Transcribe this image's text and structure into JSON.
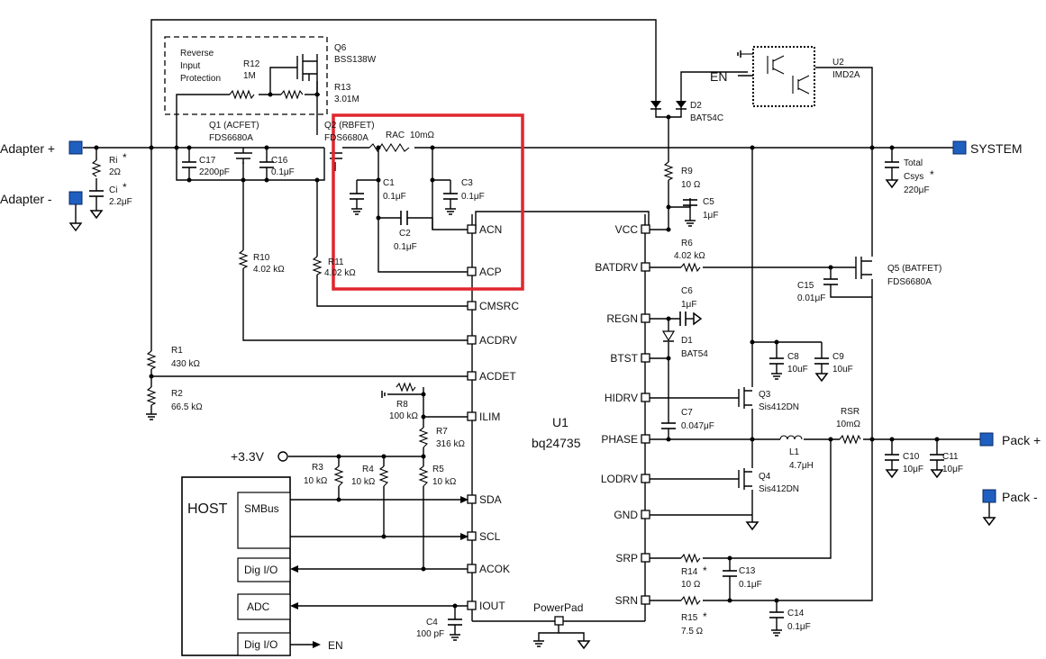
{
  "ic": {
    "ref": "U1",
    "part": "bq24735"
  },
  "ic_pins_left": [
    "ACN",
    "ACP",
    "CMSRC",
    "ACDRV",
    "ACDET",
    "ILIM",
    "SDA",
    "SCL",
    "ACOK",
    "IOUT"
  ],
  "ic_pins_right": [
    "VCC",
    "BATDRV",
    "REGN",
    "BTST",
    "HIDRV",
    "PHASE",
    "LODRV",
    "GND",
    "SRP",
    "SRN"
  ],
  "powerpad": "PowerPad",
  "terminals": {
    "adapter_pos": "Adapter +",
    "adapter_neg": "Adapter -",
    "system": "SYSTEM",
    "pack_pos": "Pack +",
    "pack_neg": "Pack -",
    "supply": "+3.3V",
    "en": "EN"
  },
  "protection_box": {
    "line1": "Reverse",
    "line2": "Input",
    "line3": "Protection"
  },
  "components": {
    "q6": {
      "ref": "Q6",
      "value": "BSS138W"
    },
    "r12": {
      "ref": "R12",
      "value": "1M"
    },
    "r13": {
      "ref": "R13",
      "value": "3.01M"
    },
    "q1": {
      "ref": "Q1 (ACFET)",
      "value": "FDS6680A"
    },
    "q2": {
      "ref": "Q2 (RBFET)",
      "value": "FDS6680A"
    },
    "rac": {
      "ref": "RAC",
      "value": "10mΩ"
    },
    "c17": {
      "ref": "C17",
      "value": "2200pF"
    },
    "c16": {
      "ref": "C16",
      "value": "0.1μF"
    },
    "ri": {
      "ref": "Ri",
      "value": "2Ω",
      "mark": "*"
    },
    "ci": {
      "ref": "Ci",
      "value": "2.2μF",
      "mark": "*"
    },
    "c1": {
      "ref": "C1",
      "value": "0.1μF"
    },
    "c2": {
      "ref": "C2",
      "value": "0.1μF"
    },
    "c3": {
      "ref": "C3",
      "value": "0.1μF"
    },
    "r10": {
      "ref": "R10",
      "value": "4.02 kΩ"
    },
    "r11": {
      "ref": "R11",
      "value": "4.02 kΩ"
    },
    "r1": {
      "ref": "R1",
      "value": "430 kΩ"
    },
    "r2": {
      "ref": "R2",
      "value": "66.5 kΩ"
    },
    "r8": {
      "ref": "R8",
      "value": "100 kΩ"
    },
    "r7": {
      "ref": "R7",
      "value": "316 kΩ"
    },
    "r3": {
      "ref": "R3",
      "value": "10 kΩ"
    },
    "r4": {
      "ref": "R4",
      "value": "10 kΩ"
    },
    "r5": {
      "ref": "R5",
      "value": "10 kΩ"
    },
    "c4": {
      "ref": "C4",
      "value": "100 pF"
    },
    "u2": {
      "ref": "U2",
      "value": "IMD2A"
    },
    "d2": {
      "ref": "D2",
      "value": "BAT54C"
    },
    "r9": {
      "ref": "R9",
      "value": "10 Ω"
    },
    "c5": {
      "ref": "C5",
      "value": "1μF"
    },
    "csys": {
      "ref": "Total",
      "ref2": "Csys",
      "value": "220μF",
      "mark": "*"
    },
    "r6": {
      "ref": "R6",
      "value": "4.02 kΩ"
    },
    "q5": {
      "ref": "Q5 (BATFET)",
      "value": "FDS6680A"
    },
    "c15": {
      "ref": "C15",
      "value": "0.01μF"
    },
    "c6": {
      "ref": "C6",
      "value": "1μF"
    },
    "d1": {
      "ref": "D1",
      "value": "BAT54"
    },
    "c8": {
      "ref": "C8",
      "value": "10uF"
    },
    "c9": {
      "ref": "C9",
      "value": "10uF"
    },
    "q3": {
      "ref": "Q3",
      "value": "Sis412DN"
    },
    "c7": {
      "ref": "C7",
      "value": "0.047μF"
    },
    "l1": {
      "ref": "L1",
      "value": "4.7μH"
    },
    "rsr": {
      "ref": "RSR",
      "value": "10mΩ"
    },
    "c10": {
      "ref": "C10",
      "value": "10μF"
    },
    "c11": {
      "ref": "C11",
      "value": "10μF"
    },
    "q4": {
      "ref": "Q4",
      "value": "Sis412DN"
    },
    "r14": {
      "ref": "R14",
      "value": "10 Ω",
      "mark": "*"
    },
    "c13": {
      "ref": "C13",
      "value": "0.1μF"
    },
    "r15": {
      "ref": "R15",
      "value": "7.5 Ω",
      "mark": "*"
    },
    "c14": {
      "ref": "C14",
      "value": "0.1μF"
    }
  },
  "host": {
    "title": "HOST",
    "ports": [
      "SMBus",
      "Dig I/O",
      "ADC",
      "Dig I/O"
    ]
  },
  "highlight_color": "#e0262e",
  "terminal_color": "#1f5fbf"
}
